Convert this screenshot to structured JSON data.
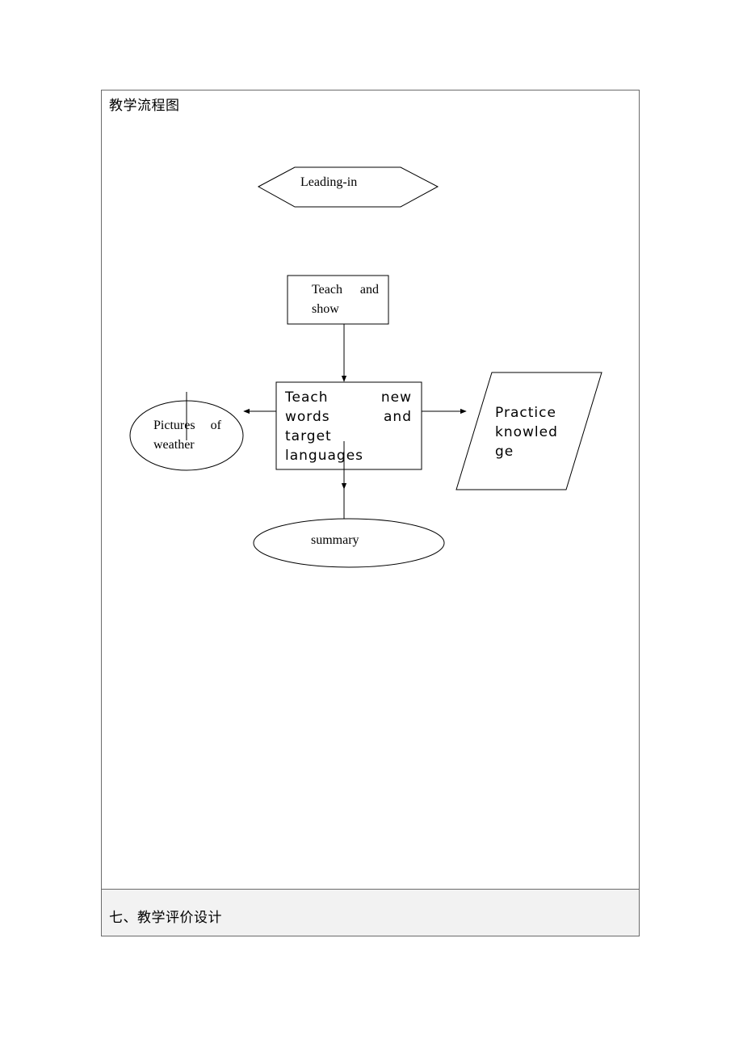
{
  "flow_cell": {
    "title": "教学流程图"
  },
  "nodes": {
    "leading_in": "Leading-in",
    "teach_show": [
      "Teach and",
      "show"
    ],
    "teach_words": [
      "Teach new",
      "words and",
      "target",
      "languages"
    ],
    "pictures": [
      "Pictures of",
      "weather"
    ],
    "practice": [
      "Practice",
      "knowled",
      "ge"
    ],
    "summary": "summary"
  },
  "section": {
    "title": "七、教学评价设计"
  }
}
